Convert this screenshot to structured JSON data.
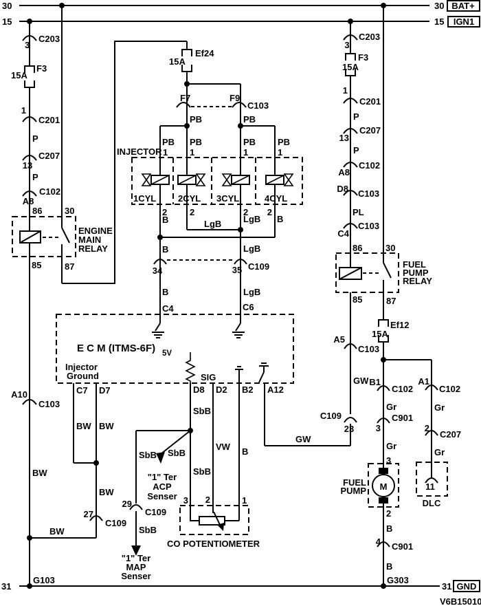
{
  "title": "Fuel injection wiring diagram",
  "L": {
    "n30": "30",
    "n15": "15",
    "n31": "31",
    "bat": "BAT+",
    "ign": "IGN1",
    "gnd": "GND",
    "c203": "C203",
    "c201": "C201",
    "c207": "C207",
    "c102": "C102",
    "c103": "C103",
    "c109": "C109",
    "c901": "C901",
    "f3": "F3",
    "ef24": "Ef24",
    "ef12": "Ef12",
    "a15": "15A",
    "f7": "F7",
    "f9": "F9",
    "p1": "1",
    "p2": "2",
    "p3": "3",
    "p4": "4",
    "p11": "11",
    "p13": "13",
    "p23": "23",
    "p27": "27",
    "p29": "29",
    "p34": "34",
    "p35": "35",
    "a1": "A1",
    "a5": "A5",
    "a8": "A8",
    "a10": "A10",
    "a12": "A12",
    "b1": "B1",
    "b2": "B2",
    "c4": "C4",
    "c6": "C6",
    "c7": "C7",
    "d2": "D2",
    "d7": "D7",
    "d8": "D8",
    "r85": "85",
    "r86": "86",
    "r87": "87",
    "wP": "P",
    "wPB": "PB",
    "wPL": "PL",
    "wB": "B",
    "wLgB": "LgB",
    "wBW": "BW",
    "wSbB": "SbB",
    "wVW": "VW",
    "wGW": "GW",
    "wGr": "Gr",
    "injector": "INJECTOR",
    "cyl1": "1CYL",
    "cyl2": "2CYL",
    "cyl3": "3CYL",
    "cyl4": "4CYL",
    "ecm": "E C M (ITMS-6F)",
    "v5": "5V",
    "injGnd1": "Injector",
    "injGnd2": "Ground",
    "sig": "SIG",
    "er1": "ENGINE",
    "er2": "MAIN",
    "er3": "RELAY",
    "fr1": "FUEL",
    "fr2": "PUMP",
    "ter1": "\"1\" Ter",
    "acp": "ACP",
    "map": "MAP",
    "senser": "Senser",
    "copot": "CO POTENTIOMETER",
    "m": "M",
    "dlc": "DLC",
    "g103": "G103",
    "g303": "G303",
    "docid": "V6B15010"
  }
}
